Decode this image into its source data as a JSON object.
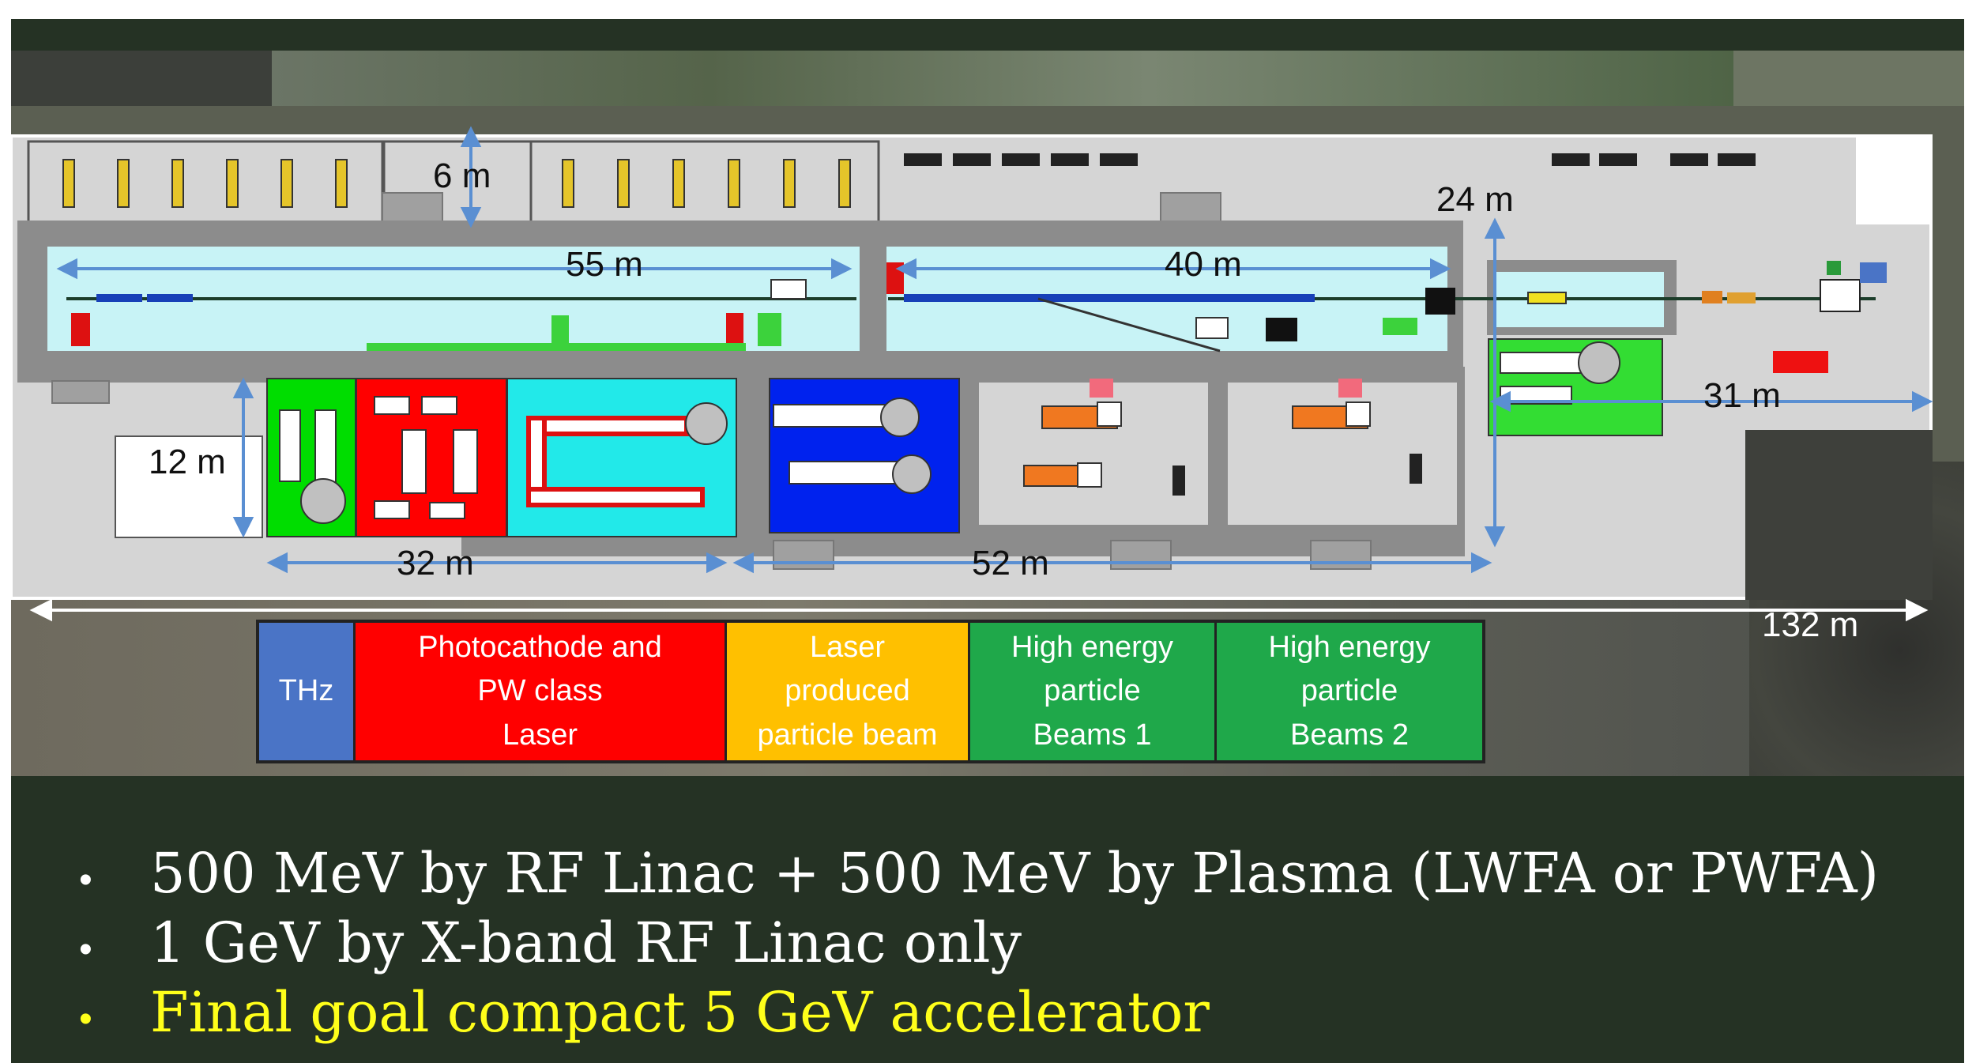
{
  "colors": {
    "slide_background": "#253224",
    "tunnel_fill": "#c8f3f6",
    "thz": "#4a74c6",
    "photocathode": "#ff0000",
    "laser_particle": "#ffc000",
    "high_energy": "#1fa84a",
    "dimension_arrow": "#5a8fd2",
    "highlight_text": "#ffff1a"
  },
  "dimensions": {
    "tunnel_left": "55 m",
    "tunnel_right": "40 m",
    "shaft_height": "6 m",
    "right_height": "24 m",
    "left_building_height": "12 m",
    "right_length": "31 m",
    "bottom_left": "32 m",
    "bottom_middle": "52 m",
    "total_length": "132 m"
  },
  "legend": [
    {
      "label": "THz",
      "color": "#4a74c6"
    },
    {
      "label": "Photocathode and\nPW class\nLaser",
      "color": "#ff0000"
    },
    {
      "label": "Laser\nproduced\nparticle beam",
      "color": "#ffc000"
    },
    {
      "label": "High energy\nparticle\nBeams 1",
      "color": "#1fa84a"
    },
    {
      "label": "High energy\nparticle\nBeams 2",
      "color": "#1fa84a"
    }
  ],
  "bullets": [
    {
      "marker": "•",
      "text": "500 MeV by RF Linac + 500 MeV by Plasma (LWFA or PWFA)"
    },
    {
      "marker": "•",
      "text": "1 GeV  by X-band RF Linac only"
    },
    {
      "marker": "•",
      "text": "Final goal compact  5 GeV accelerator"
    }
  ]
}
